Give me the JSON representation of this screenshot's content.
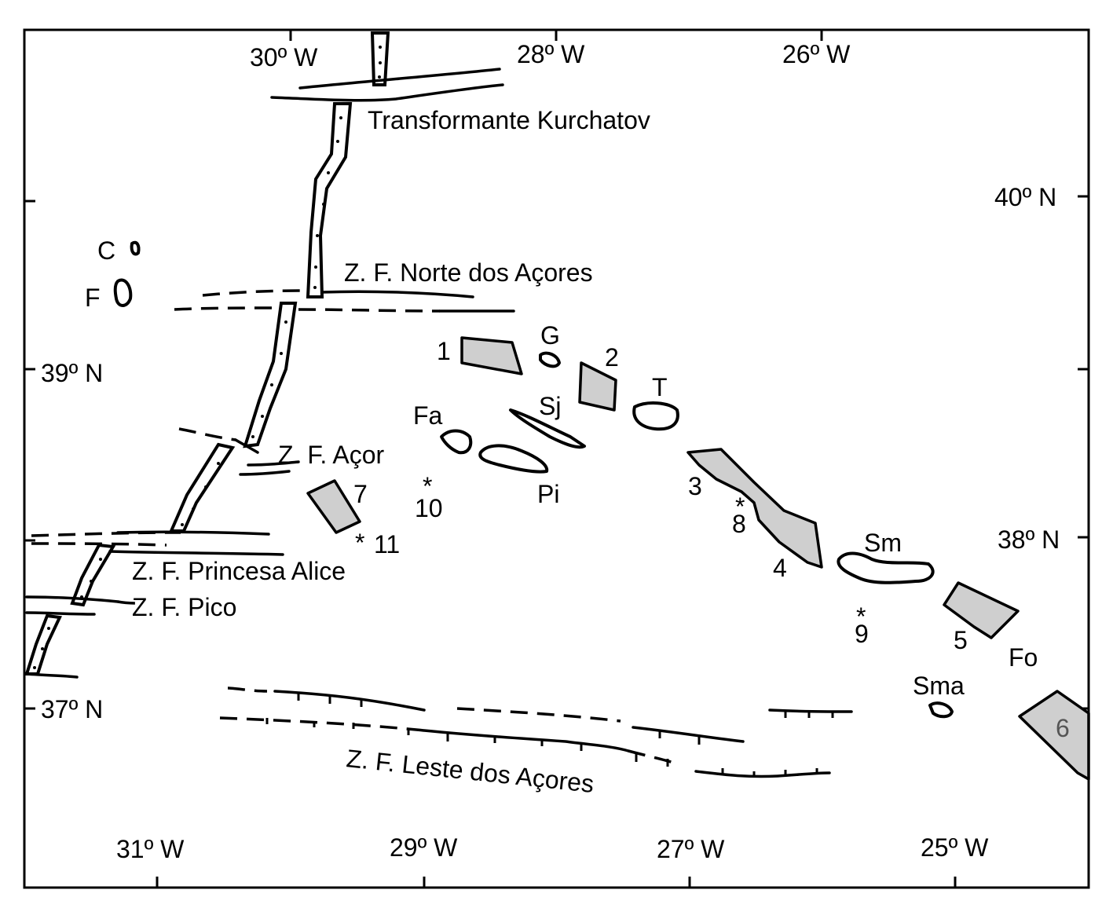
{
  "map": {
    "top_longitudes": [
      "30º W",
      "28º W",
      "26º W"
    ],
    "bottom_longitudes": [
      "31º W",
      "29º W",
      "27º W",
      "25º W"
    ],
    "left_latitudes": [
      "39º N",
      "37º N"
    ],
    "right_latitudes": [
      "40º N",
      "38º N"
    ],
    "features": {
      "kurchatov": "Transformante Kurchatov",
      "norte": "Z. F. Norte dos Açores",
      "acor": "Z. F.  Açor",
      "princesa": "Z. F. Princesa Alice",
      "pico_fz": "Z. F. Pico",
      "leste": "Z. F. Leste dos Açores"
    },
    "islands": {
      "corvo": "C",
      "flores": "F",
      "graciosa": "G",
      "faial": "Fa",
      "sao_jorge": "Sj",
      "terceira": "T",
      "pico": "Pi",
      "sao_miguel": "Sm",
      "formigas": "Fo",
      "santa_maria": "Sma"
    },
    "numbers": [
      "1",
      "2",
      "3",
      "4",
      "5",
      "6",
      "7",
      "8",
      "9",
      "10",
      "11"
    ],
    "asterisk": "*"
  }
}
